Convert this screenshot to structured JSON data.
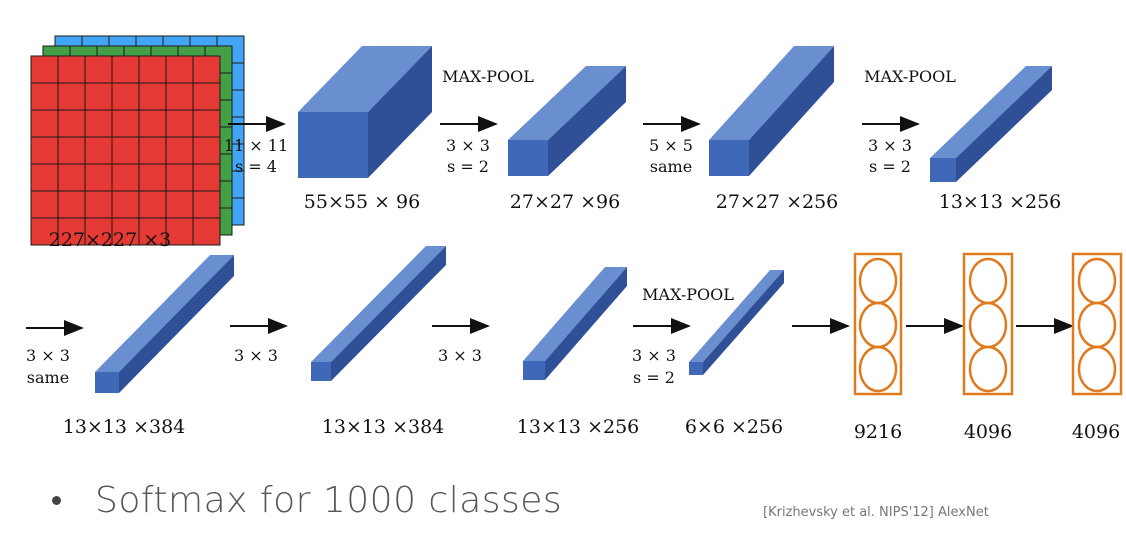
{
  "input_label": "227×227 ×3",
  "colors": {
    "red": "#e53935",
    "green": "#43a047",
    "blue": "#42a5f5",
    "block_front": "#3f68b8",
    "block_top": "#6a8fd0",
    "block_side": "#2f4f96",
    "neuron": "#e07a1f"
  },
  "row1": {
    "ops": [
      {
        "top": "",
        "l1": "11 × 11",
        "l2": "s = 4"
      },
      {
        "top": "MAX-POOL",
        "l1": "3 × 3",
        "l2": "s = 2"
      },
      {
        "top": "",
        "l1": "5 × 5",
        "l2": "same"
      },
      {
        "top": "MAX-POOL",
        "l1": "3 × 3",
        "l2": "s = 2"
      }
    ],
    "dims": [
      "55×55 × 96",
      "27×27 ×96",
      "27×27 ×256",
      "13×13 ×256"
    ]
  },
  "row2": {
    "ops": [
      {
        "top": "",
        "l1": "3 × 3",
        "l2": "same"
      },
      {
        "top": "",
        "l1": "3 × 3",
        "l2": ""
      },
      {
        "top": "",
        "l1": "3 × 3",
        "l2": ""
      },
      {
        "top": "MAX-POOL",
        "l1": "3 × 3",
        "l2": "s = 2"
      }
    ],
    "dims": [
      "13×13 ×384",
      "13×13 ×384",
      "13×13 ×256",
      "6×6 ×256"
    ]
  },
  "fc": [
    "9216",
    "4096",
    "4096"
  ],
  "bullet": "Softmax for 1000 classes",
  "citation": "[Krizhevsky et al. NIPS'12] AlexNet"
}
